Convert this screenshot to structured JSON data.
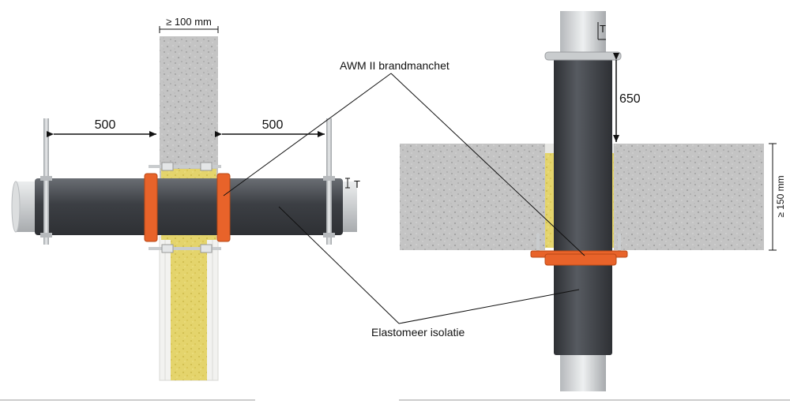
{
  "labels": {
    "wall_thickness": "≥ 100 mm",
    "hanger_distance_left": "500",
    "hanger_distance_right": "500",
    "collar_label": "AWM II brandmanchet",
    "insulation_label": "Elastomeer isolatie",
    "distance_vertical": "650",
    "floor_thickness": "≥ 150 mm",
    "insulation_thickness_horizontal": "T",
    "insulation_thickness_vertical": "T"
  },
  "colors": {
    "concrete": "#bdbdbd",
    "insulation_pipe": "#4a4d52",
    "collar": "#e8632a",
    "mineral_wool": "#e3d36a",
    "steel_rod": "#c8cbce",
    "inner_pipe": "#d4d6d8"
  }
}
